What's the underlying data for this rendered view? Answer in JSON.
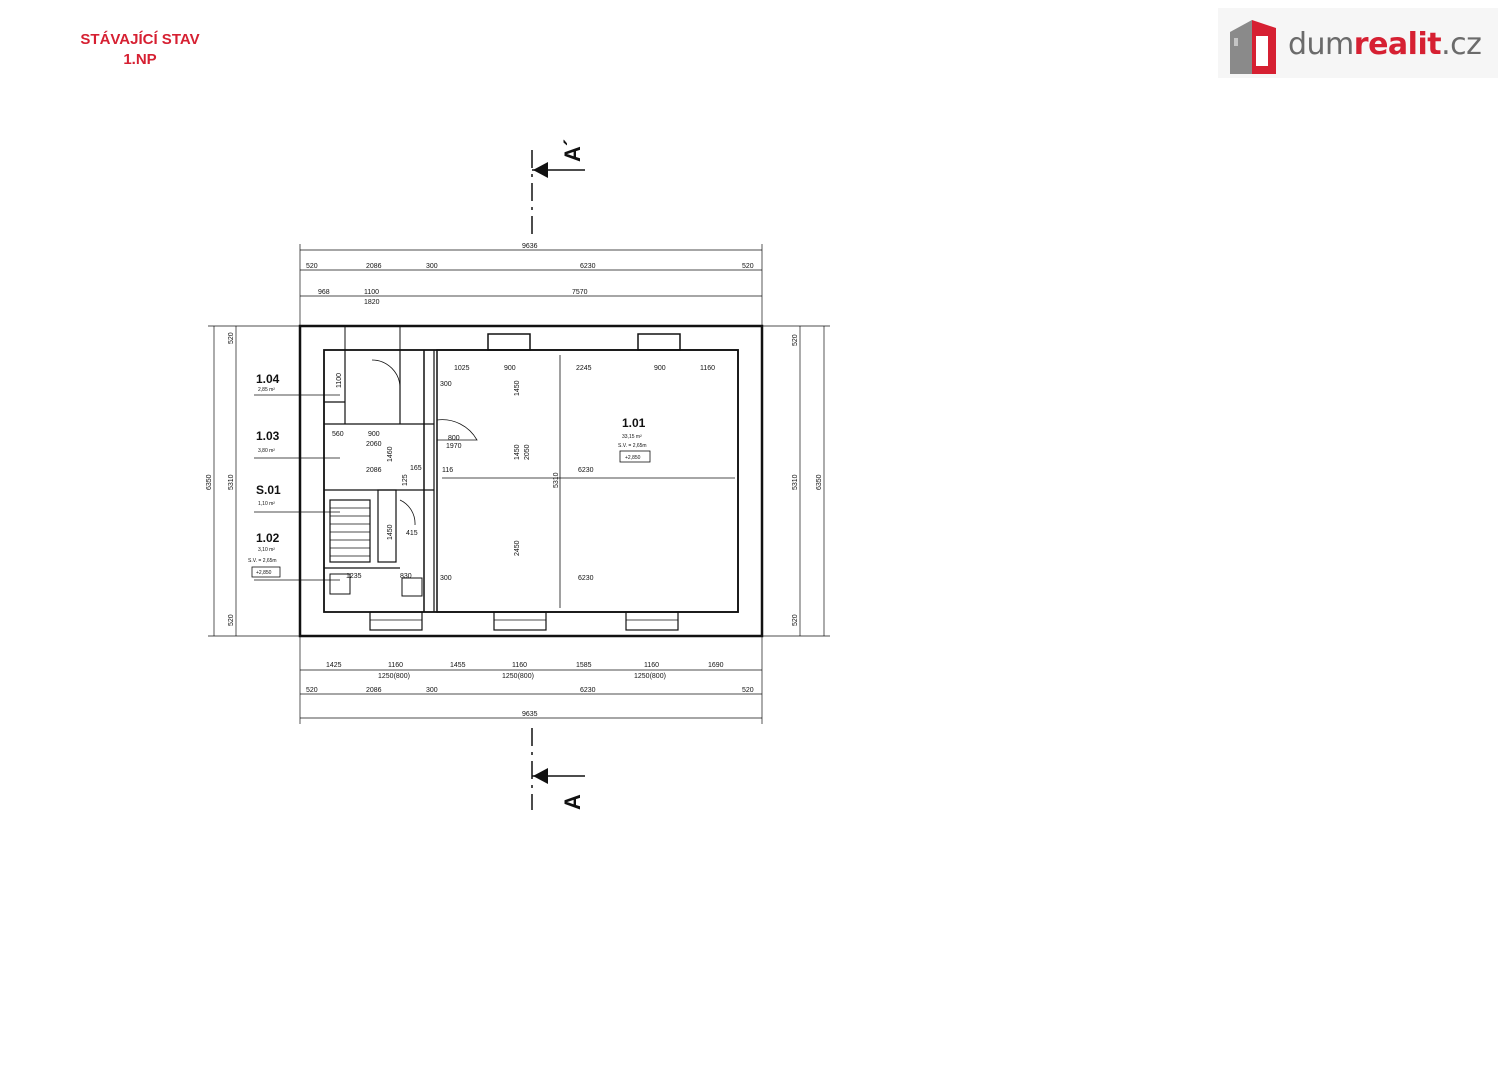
{
  "header": {
    "title_line1": "STÁVAJÍCÍ STAV",
    "title_line2": "1.NP"
  },
  "logo": {
    "part1": "dum",
    "part2": "realit",
    "part3": ".cz",
    "icon": "building-logo-icon",
    "colors": {
      "red": "#d62032",
      "gray": "#6b6b6b"
    }
  },
  "section": {
    "top_label": "A´",
    "bottom_label": "A"
  },
  "rooms": [
    {
      "code": "1.04",
      "area": "2,85 m²"
    },
    {
      "code": "1.03",
      "area": "3,80 m²"
    },
    {
      "code": "S.01",
      "area": "1,10 m²"
    },
    {
      "code": "1.02",
      "area": "3,10 m²",
      "height": "S.V. = 2,65m",
      "level": "+2,850"
    },
    {
      "code": "1.01",
      "area": "33,15 m²",
      "height": "S.V. = 2,65m",
      "level": "+2,850"
    }
  ],
  "dimensions": {
    "top_total": "9636",
    "top_row1": [
      "520",
      "2086",
      "300",
      "6230",
      "520"
    ],
    "top_row2": [
      "968",
      "1100",
      "1820",
      "7570"
    ],
    "bottom_row1": [
      "1425",
      "1160",
      "1455",
      "1160",
      "1585",
      "1160",
      "1690"
    ],
    "bottom_windows": [
      "1250(800)",
      "1250(800)",
      "1250(800)"
    ],
    "bottom_row2": [
      "520",
      "2086",
      "300",
      "6230",
      "520"
    ],
    "bottom_total": "9635",
    "left_outer": "6350",
    "left_inner": "5310",
    "left_ends": [
      "520",
      "520"
    ],
    "right_inner": "5310",
    "right_outer": "6350",
    "right_ends": [
      "520",
      "520"
    ],
    "interior": [
      "1025",
      "900",
      "2245",
      "900",
      "1160",
      "1450",
      "1450",
      "2050",
      "6230",
      "5310",
      "2450",
      "6230",
      "300",
      "300",
      "2060",
      "900",
      "560",
      "2086",
      "1460",
      "165",
      "116",
      "125",
      "415",
      "1450",
      "1235",
      "830",
      "1100",
      "800",
      "1970"
    ]
  }
}
